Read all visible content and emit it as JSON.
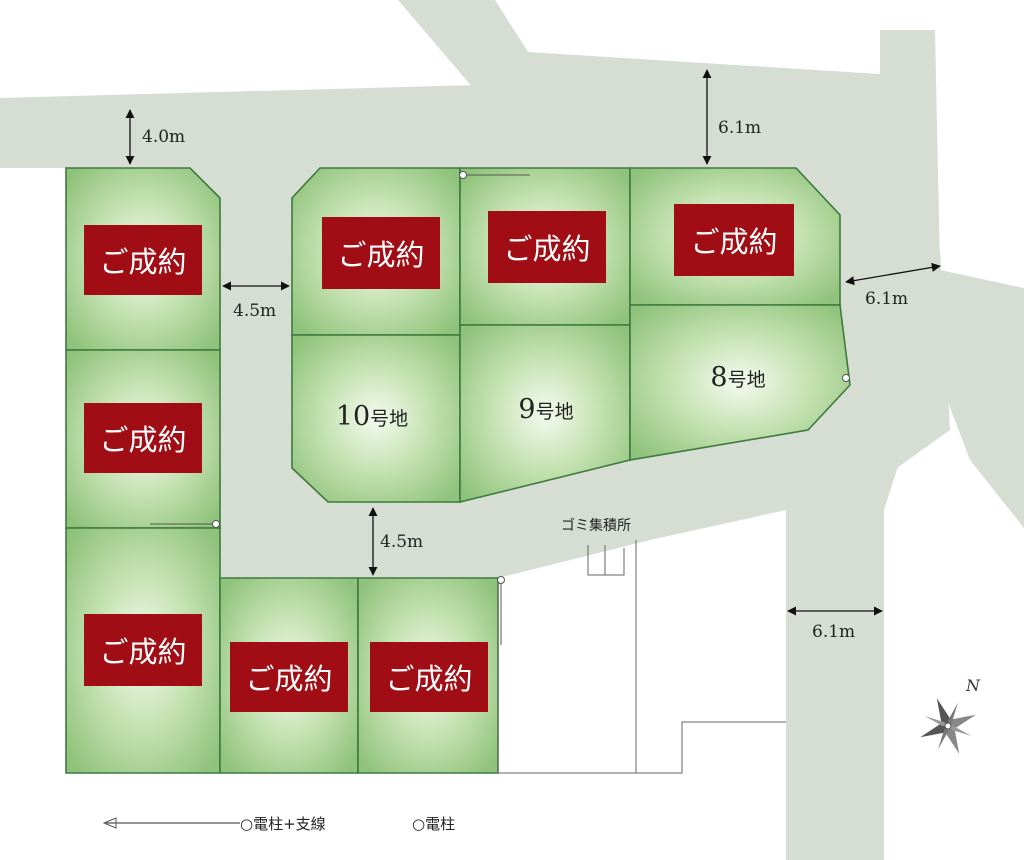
{
  "sold_label": "ご成約",
  "lots": [
    {
      "id": "lot-10",
      "label": "10号地",
      "num": "10",
      "suffix": "号地",
      "status": "available"
    },
    {
      "id": "lot-9",
      "label": "9号地",
      "num": "9",
      "suffix": "号地",
      "status": "available"
    },
    {
      "id": "lot-8",
      "label": "8号地",
      "num": "8",
      "suffix": "号地",
      "status": "available"
    }
  ],
  "road_widths": {
    "top_left": "4.0m",
    "left_vertical": "4.5m",
    "center_vertical": "4.5m",
    "top_right": "6.1m",
    "right_upper": "6.1m",
    "right_lower": "6.1m"
  },
  "garbage_point": "ゴミ集積所",
  "compass": {
    "north": "N"
  },
  "legend": {
    "pole_with_guy": "○電柱+支線",
    "pole": "○電柱"
  },
  "colors": {
    "lot_green": "#9ccc85",
    "sold_red": "#a10d15",
    "road_grey": "#d6ddd3"
  }
}
